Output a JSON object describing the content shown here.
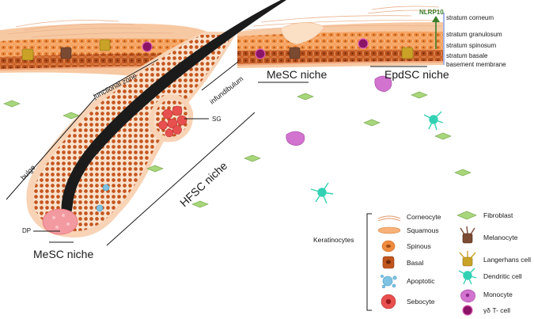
{
  "niches": {
    "mesc_top": "MeSC niche",
    "epdsc": "EpdSC niche",
    "hfsc": "HFSC niche",
    "mesc_bottom": "MeSC niche"
  },
  "regions": {
    "junctional_zone": "junctional zone",
    "infundibulum": "infundibulum",
    "bulge": "bulge",
    "sg": "SG",
    "dp": "DP"
  },
  "marker": "NLRP10",
  "layers": [
    "stratum corneum",
    "stratum granulosum",
    "stratum spinosum",
    "stratum basale",
    "basement membrane"
  ],
  "legend": {
    "group_label": "Keratinocytes",
    "keratinocytes": [
      "Corneocyte",
      "Squamous",
      "Spinous",
      "Basal",
      "Apoptotic",
      "Sebocyte"
    ],
    "others": [
      "Fibroblast",
      "Melanocyte",
      "Langerhans cell",
      "Dendritic cell",
      "Monocyte",
      "γδ T- cell"
    ]
  },
  "colors": {
    "basal": "#c1551c",
    "spinous": "#ee8a3c",
    "squamous": "#f7b27a",
    "corneocyte": "#f9d5b4",
    "hair_shaft": "#1b1b1b",
    "sebocyte": "#e8504f",
    "dp": "#f39aa1",
    "fibroblast": "#a8d67a",
    "melanocyte": "#7b4a32",
    "langerhans": "#c9a227",
    "dendritic": "#33d1b4",
    "monocyte": "#d173cf",
    "gd_tcell": "#8a1466",
    "apoptotic": "#7fc3e3",
    "nlrp10_arrow": "#3a7d2a"
  }
}
